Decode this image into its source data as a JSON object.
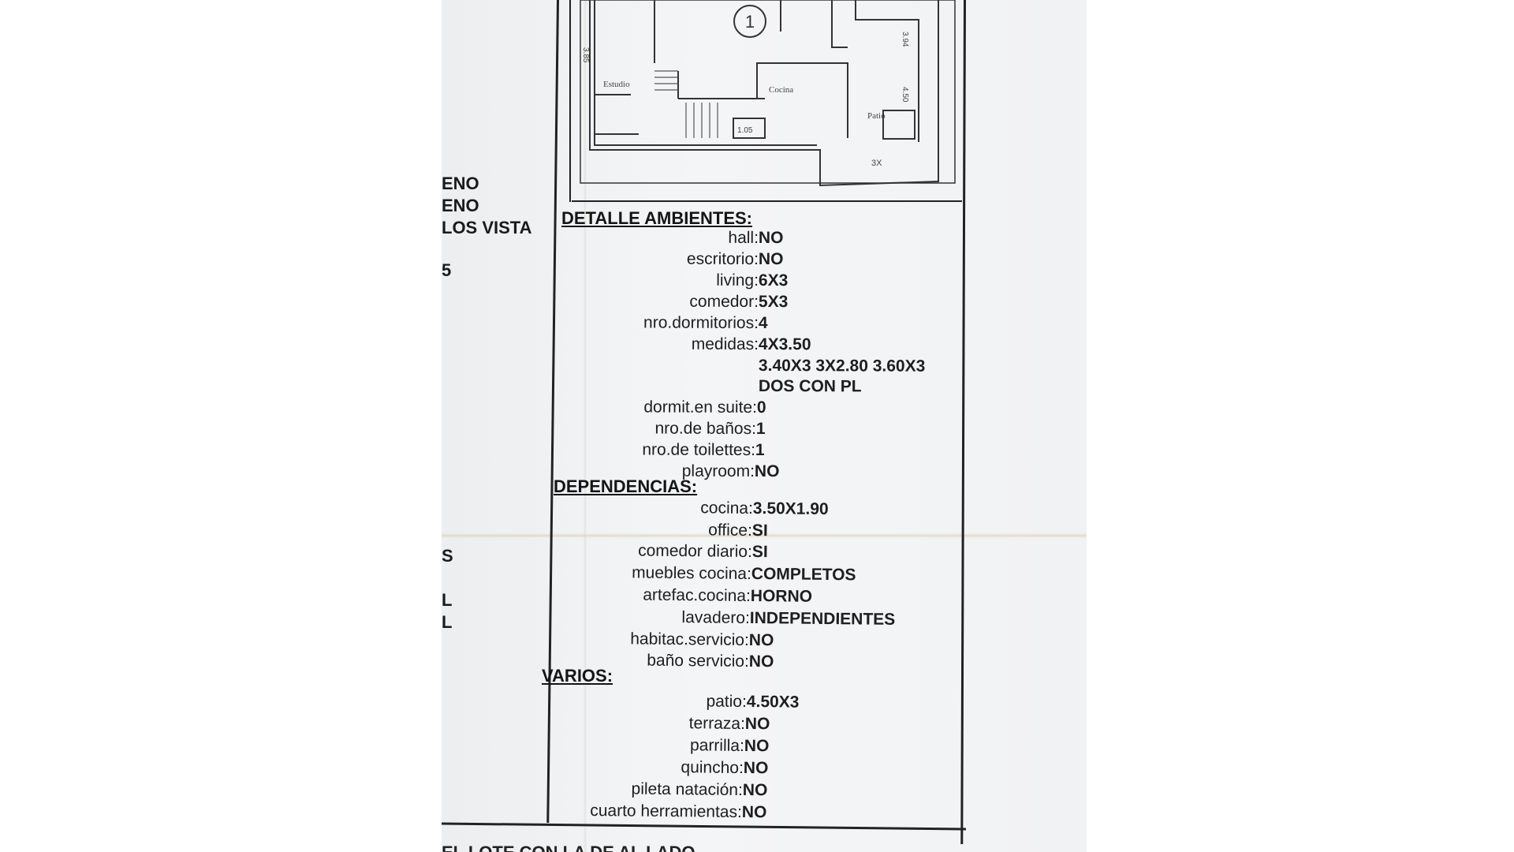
{
  "left_fragments": [
    "ENO",
    "ENO",
    "LOS VISTA",
    "5",
    "S",
    "L",
    "L"
  ],
  "plan_labels": {
    "circle": "1",
    "room_left": "Estudio",
    "room_center": "Cocina",
    "room_right": "Patio",
    "dim_1": "3.85",
    "dim_2": "3.94",
    "dim_3": "4.50",
    "dim_4": "3X",
    "dim_5": "1.05"
  },
  "sections": {
    "ambientes": {
      "title": "DETALLE AMBIENTES:",
      "rows": [
        {
          "label": "hall:",
          "value": "NO"
        },
        {
          "label": "escritorio:",
          "value": "NO"
        },
        {
          "label": "living:",
          "value": "6X3"
        },
        {
          "label": "comedor:",
          "value": "5X3"
        },
        {
          "label": "nro.dormitorios:",
          "value": "4"
        },
        {
          "label": "medidas:",
          "value": "4X3.50"
        },
        {
          "label": "",
          "value": "3.40X3 3X2.80 3.60X3"
        },
        {
          "label": "",
          "value": "DOS CON PL"
        },
        {
          "label": "dormit.en suite:",
          "value": "0"
        },
        {
          "label": "nro.de baños:",
          "value": "1"
        },
        {
          "label": "nro.de toilettes:",
          "value": "1"
        },
        {
          "label": "playroom:",
          "value": "NO"
        }
      ]
    },
    "dependencias": {
      "title": "DEPENDENCIAS:",
      "rows": [
        {
          "label": "cocina:",
          "value": "3.50X1.90"
        },
        {
          "label": "office:",
          "value": "SI"
        },
        {
          "label": "comedor diario:",
          "value": "SI"
        },
        {
          "label": "muebles cocina:",
          "value": "COMPLETOS"
        },
        {
          "label": "artefac.cocina:",
          "value": "HORNO"
        },
        {
          "label": "lavadero:",
          "value": "INDEPENDIENTES"
        },
        {
          "label": "habitac.servicio:",
          "value": "NO"
        },
        {
          "label": "baño servicio:",
          "value": "NO"
        }
      ]
    },
    "varios": {
      "title": "VARIOS:",
      "rows": [
        {
          "label": "patio:",
          "value": "4.50X3"
        },
        {
          "label": "terraza:",
          "value": "NO"
        },
        {
          "label": "parrilla:",
          "value": "NO"
        },
        {
          "label": "quincho:",
          "value": "NO"
        },
        {
          "label": "pileta natación:",
          "value": "NO"
        },
        {
          "label": "cuarto herramientas:",
          "value": "NO"
        }
      ]
    }
  },
  "bottom_text": "EL LOTE CON LA DE AL LADO"
}
